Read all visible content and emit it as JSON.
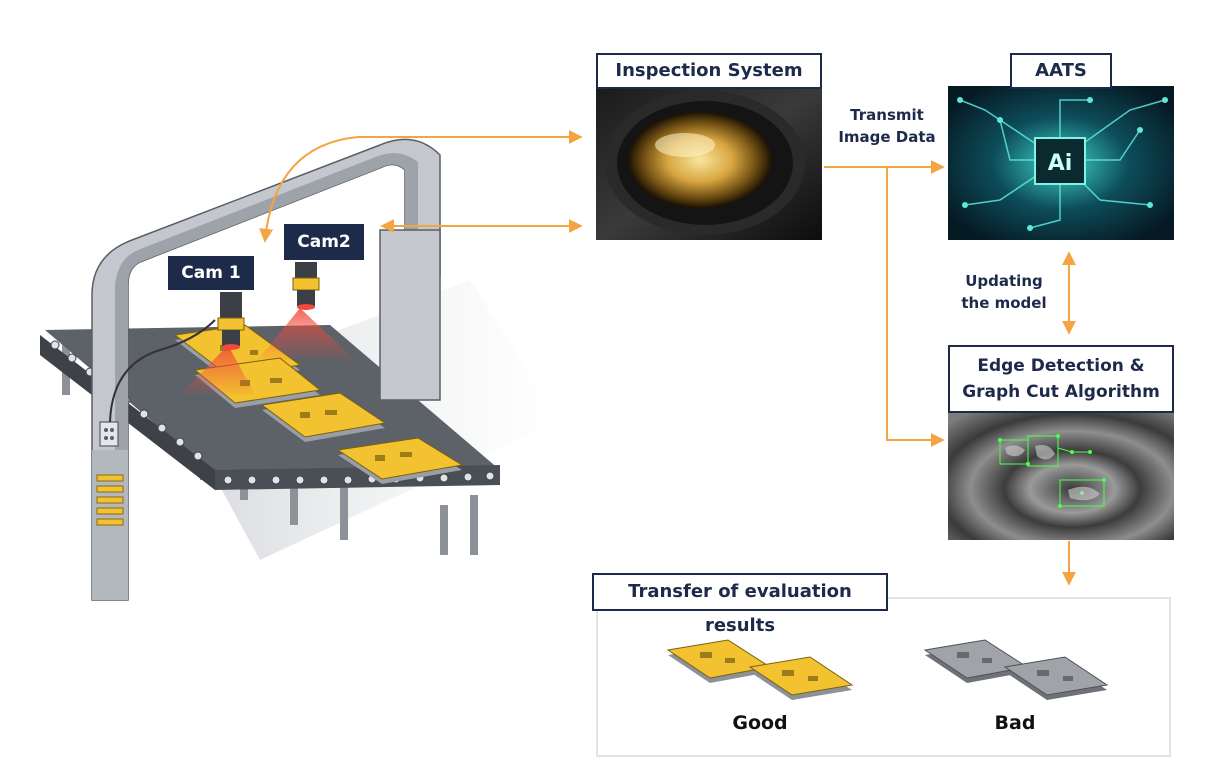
{
  "labels": {
    "cam1": "Cam 1",
    "cam2": "Cam2",
    "inspection_system": "Inspection System",
    "aats": "AATS",
    "ai_chip_text": "Ai",
    "transmit_line1": "Transmit",
    "transmit_line2": "Image Data",
    "updating_line1": "Updating",
    "updating_line2": "the model",
    "edge_line1": "Edge Detection &",
    "edge_line2": "Graph Cut Algorithm",
    "transfer": "Transfer of evaluation results",
    "good": "Good",
    "bad": "Bad"
  },
  "colors": {
    "navy": "#1e2a4a",
    "arrow_orange": "#f5a442",
    "pcb_yellow": "#f2c230",
    "pcb_gray": "#8a8a8a",
    "frame_gray": "#bcc0c6",
    "laser_red": "#f04a3c"
  }
}
